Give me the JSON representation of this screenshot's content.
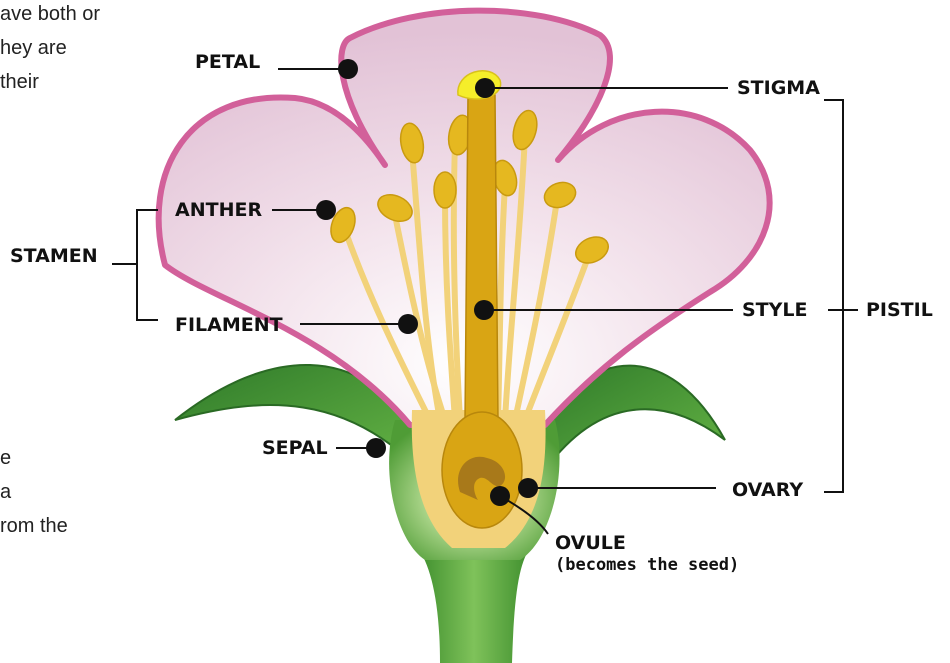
{
  "left_text": {
    "top": [
      "ave both or",
      "hey are",
      "their"
    ],
    "bottom": [
      "e",
      "a",
      "rom the"
    ]
  },
  "labels": {
    "petal": "PETAL",
    "anther": "ANTHER",
    "stamen": "STAMEN",
    "filament": "FILAMENT",
    "sepal": "SEPAL",
    "stigma": "STIGMA",
    "style": "STYLE",
    "pistil": "PISTIL",
    "ovary": "OVARY",
    "ovule": "OVULE",
    "ovule_note": "(becomes the seed)"
  },
  "colors": {
    "petal_fill": "#e6c6db",
    "petal_outline": "#d2609a",
    "stem_green": "#5aa83a",
    "leaf_dark": "#2f7a2a",
    "stamen_yellow": "#e5b820",
    "filament": "#f2d27a",
    "pistil": "#d9a514",
    "stigma_tip": "#f5ee2a",
    "ovule": "#a8791a"
  }
}
